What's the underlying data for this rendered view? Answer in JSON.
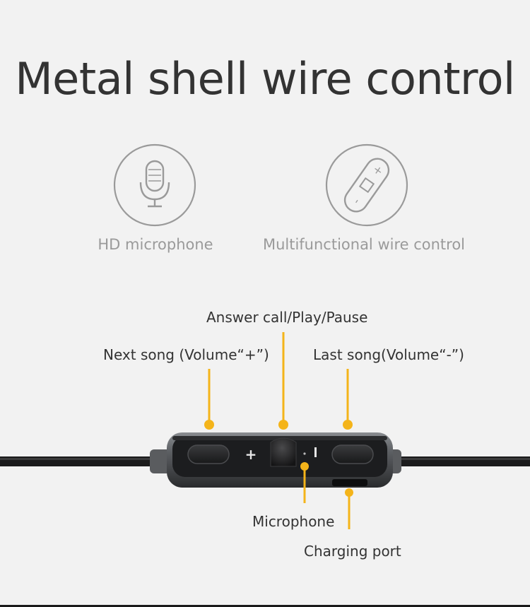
{
  "title": "Metal shell wire control",
  "features": [
    {
      "icon": "microphone-icon",
      "label": "HD microphone"
    },
    {
      "icon": "wire-control-icon",
      "label": "Multifunctional wire control"
    }
  ],
  "callouts": {
    "answer": "Answer call/Play/Pause",
    "next_song": "Next song (Volume“+”)",
    "last_song": "Last song(Volume“-”)",
    "microphone": "Microphone",
    "charging_port": "Charging port"
  },
  "control_symbols": {
    "plus": "+",
    "minus": "-"
  },
  "colors": {
    "accent": "#f4b41a",
    "background": "#f2f2f2",
    "text": "#333333",
    "muted": "#9a9a9a"
  }
}
